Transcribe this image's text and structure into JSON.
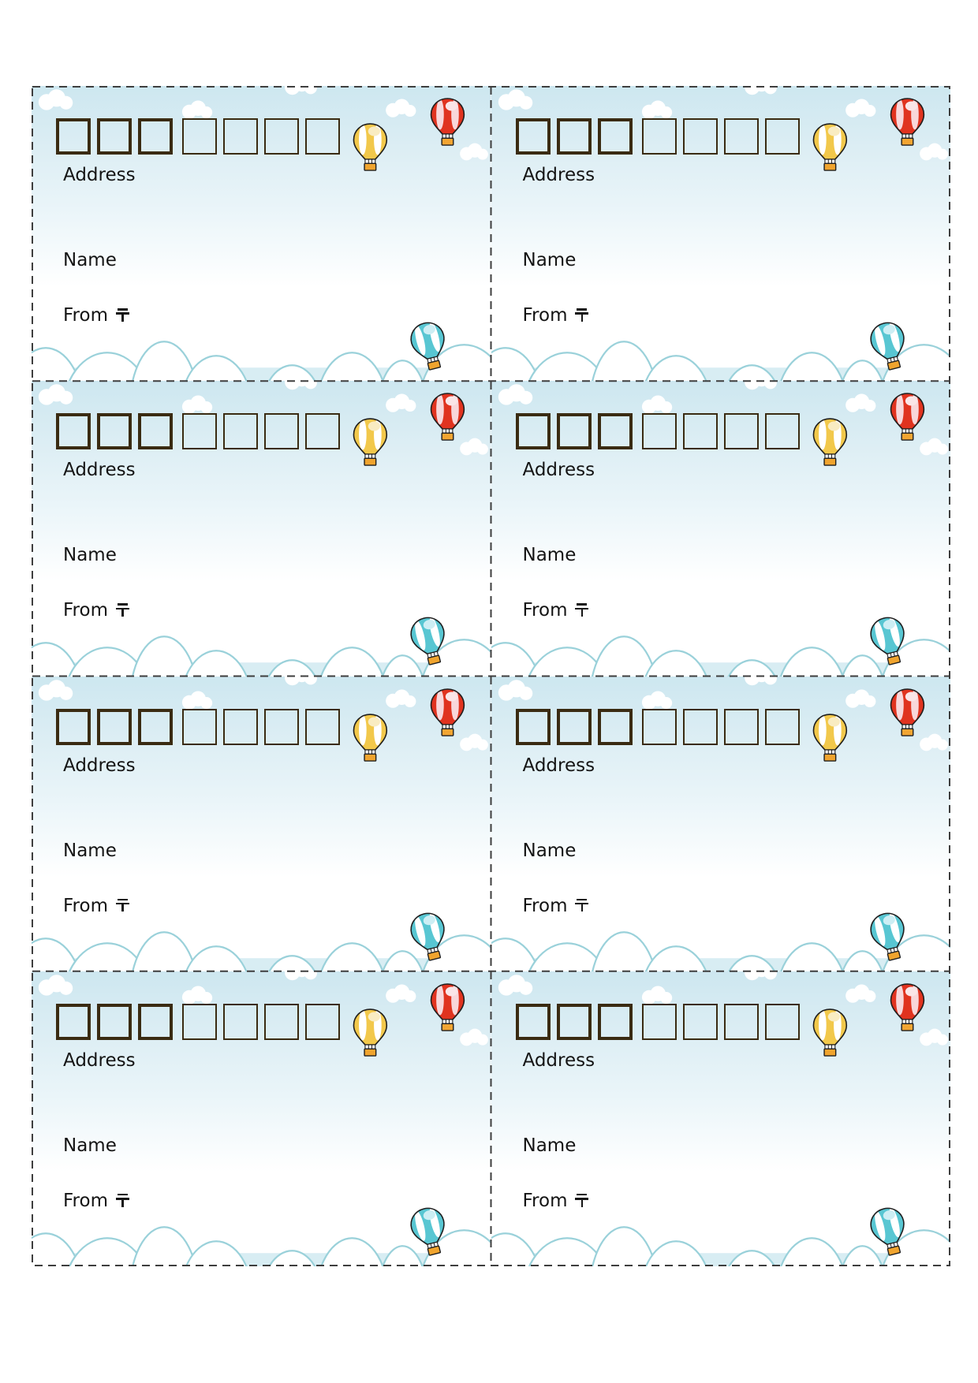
{
  "sheet": {
    "columns": 2,
    "rows": 4,
    "label_count": 8
  },
  "card_labels": {
    "address": "Address",
    "name": "Name",
    "from": "From",
    "postal_mark": "〒"
  },
  "postal_code": {
    "box_count": 7,
    "thick_box_count": 3,
    "thin_box_count": 4,
    "values": [
      "",
      "",
      "",
      "",
      "",
      "",
      ""
    ]
  },
  "icons": {
    "yellow_balloon": {
      "name": "yellow-hot-air-balloon-icon",
      "base": "#f2c84b",
      "stripe": "#ffffff",
      "highlight": "#f9ecc2",
      "basket": "#f0a42e",
      "outline": "#1f1f1f"
    },
    "red_balloon": {
      "name": "red-hot-air-balloon-icon",
      "base": "#e0331f",
      "stripe": "#f8d7da",
      "highlight": "#fae5e7",
      "basket": "#f2a532",
      "outline": "#1f1f1f"
    },
    "teal_balloon": {
      "name": "teal-hot-air-balloon-icon",
      "base": "#58c6d2",
      "stripe": "#ffffff",
      "highlight": "#cceef4",
      "basket": "#f0a42e",
      "outline": "#1f1f1f"
    },
    "top_cloud": {
      "name": "cloud-icon",
      "fill": "#ffffff"
    },
    "bottom_cloud": {
      "name": "cloud-outline-icon",
      "fill": "#ffffff",
      "stroke": "#9ad1da"
    }
  },
  "colors": {
    "page_background": "#ffffff",
    "sky_top": "#cde7f0",
    "sky_mid": "#eaf5f9",
    "sky_bottom": "#ffffff",
    "bottom_band_blue": "#d8edf3",
    "postal_box_border": "#3a2b12",
    "label_text": "#141414",
    "cut_line": "#3e3e3e"
  }
}
